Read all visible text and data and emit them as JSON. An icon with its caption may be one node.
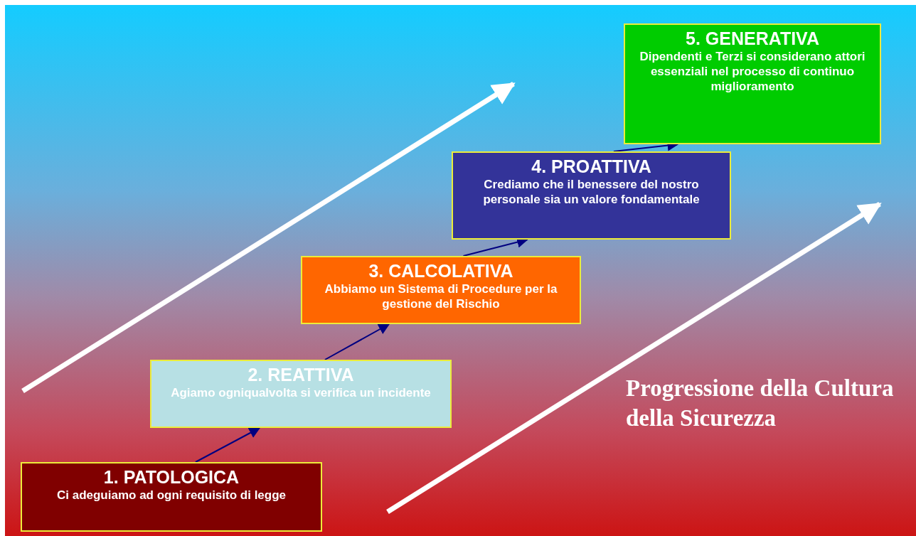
{
  "diagram": {
    "nodes": [
      {
        "text": [
          "1. PATOLOGICA",
          "Ci adeguiamo ad ogni requisito di legge"
        ]
      },
      {
        "text": [
          "2.  REATTIVA",
          "Agiamo ogniqualvolta si verifica un incidente"
        ]
      },
      {
        "text": [
          "3.  CALCOLATIVA",
          "Abbiamo un Sistema di Procedure per la gestione del Rischio"
        ]
      },
      {
        "text": [
          "4.  PROATTIVA",
          "Crediamo che il benessere del nostro personale sia un valore fondamentale"
        ]
      },
      {
        "text": [
          "5.  GENERATIVA",
          "Dipendenti e Terzi si considerano attori essenziali nel processo di continuo miglioramento"
        ]
      }
    ],
    "edges": [
      {
        "from": 0,
        "to": 1,
        "arrow": "to"
      },
      {
        "from": 1,
        "to": 2,
        "arrow": "to"
      },
      {
        "from": 2,
        "to": 3,
        "arrow": "to"
      },
      {
        "from": 3,
        "to": 4,
        "arrow": "to"
      }
    ],
    "labels": [
      "Progressione della Cultura della Sicurezza"
    ]
  }
}
